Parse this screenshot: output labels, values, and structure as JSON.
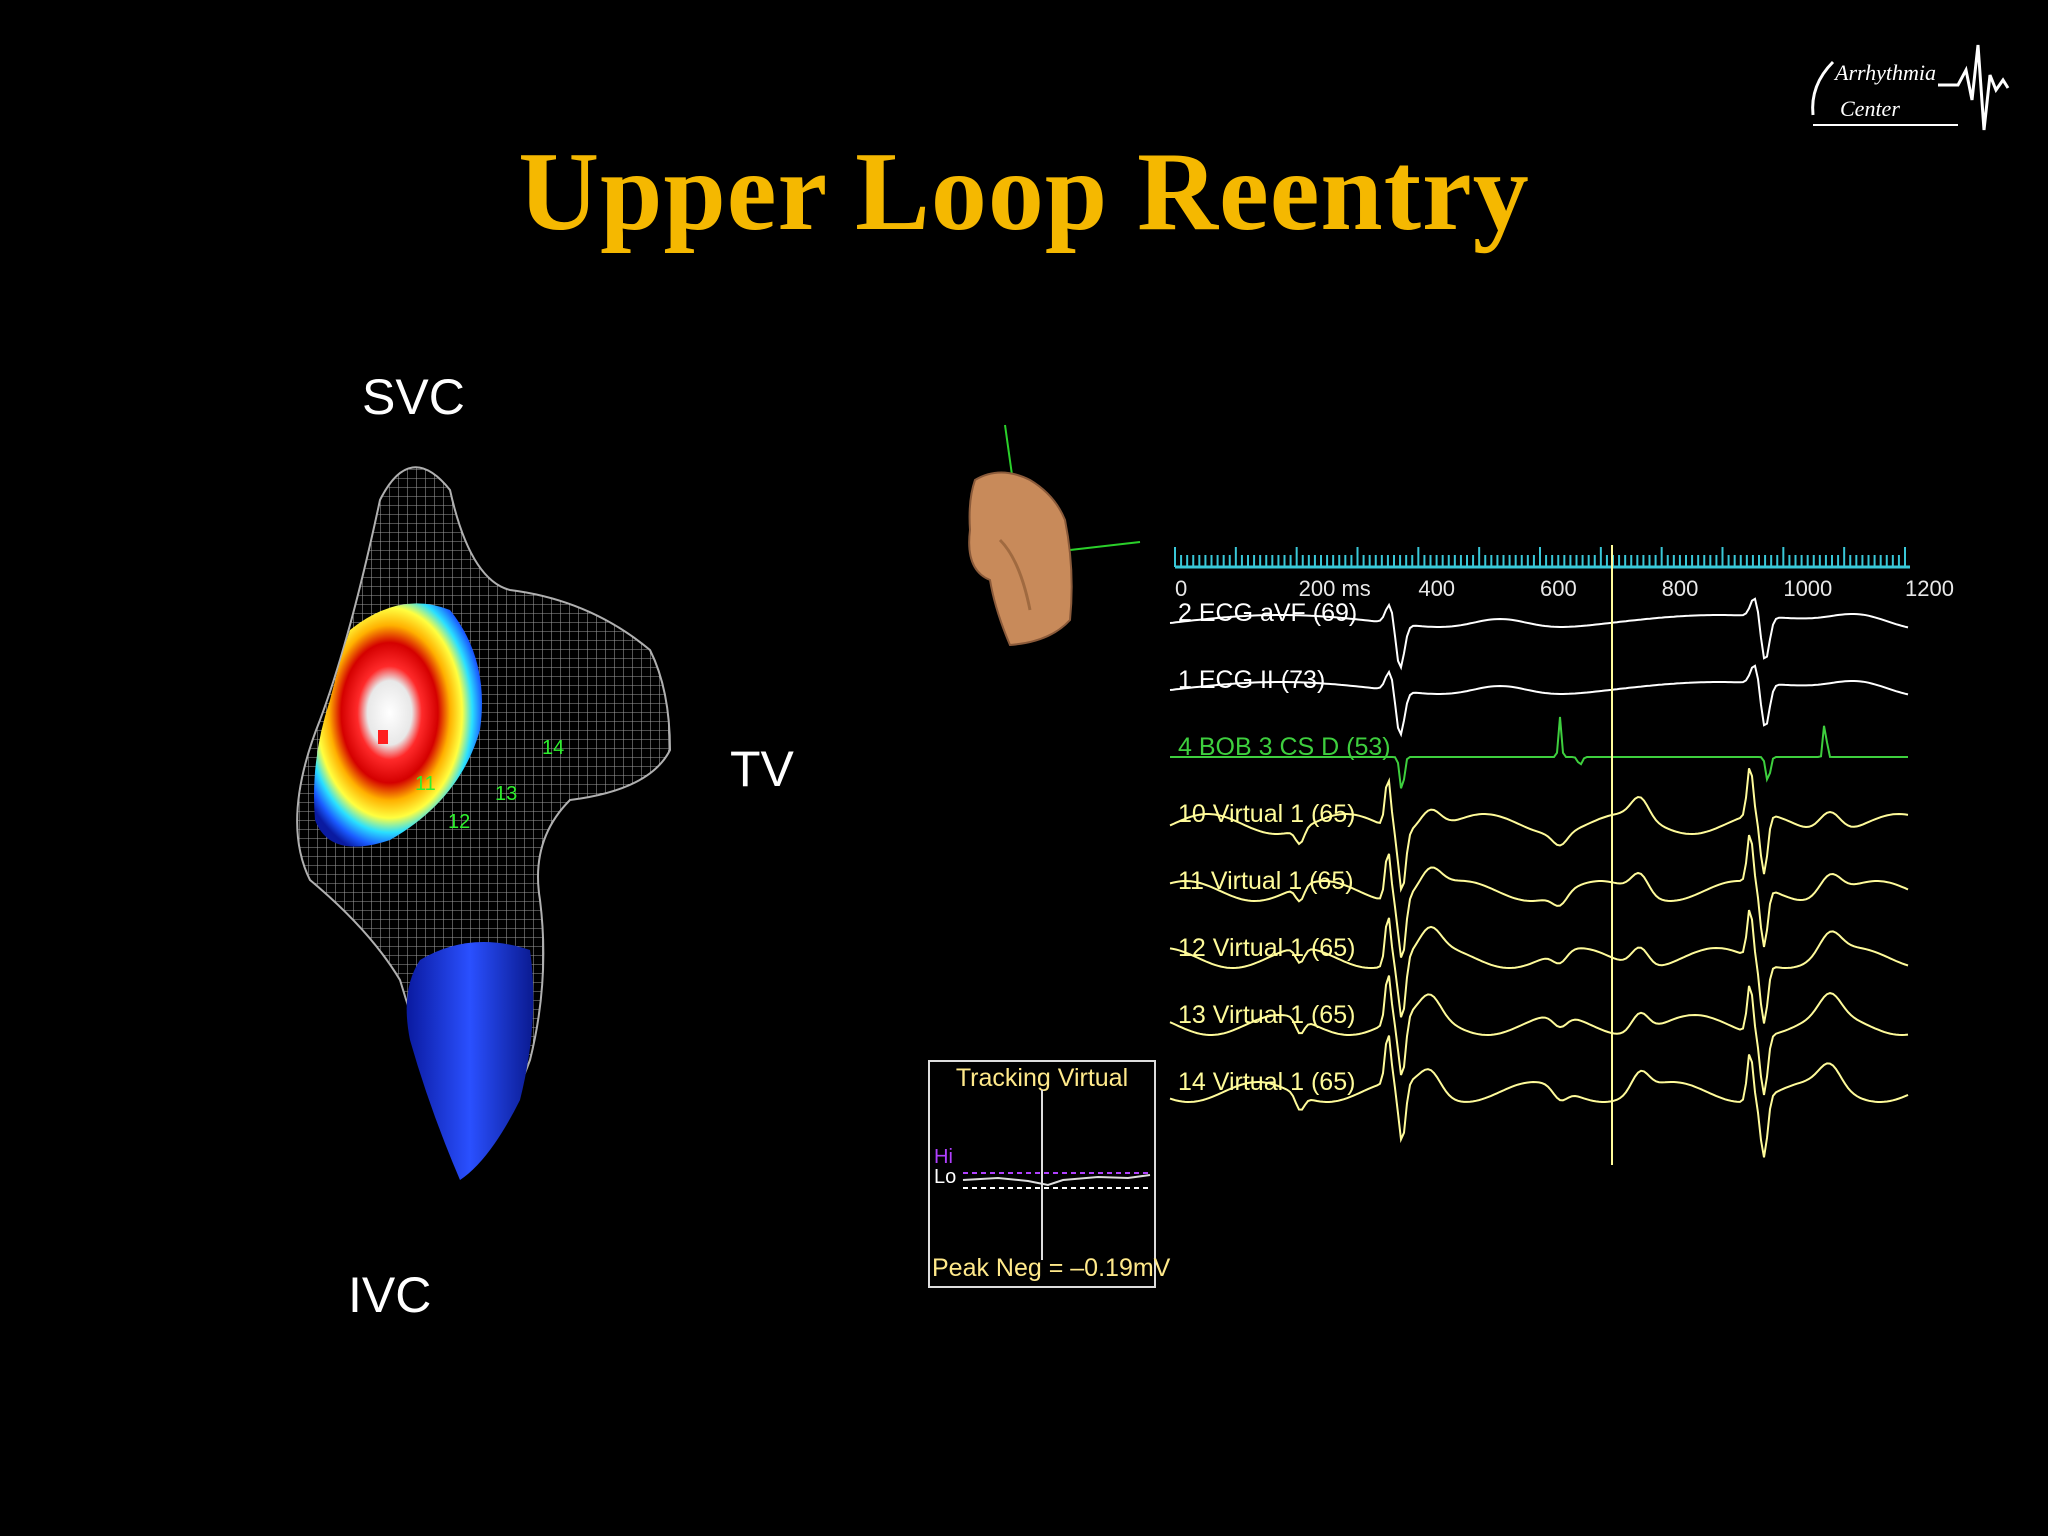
{
  "slide": {
    "title": "Upper Loop Reentry",
    "labels": {
      "svc": "SVC",
      "tv": "TV",
      "ivc": "IVC"
    },
    "map_points": [
      "11",
      "12",
      "13",
      "14"
    ]
  },
  "logo": {
    "line1": "Arrhythmia",
    "line2": "Center"
  },
  "ecg": {
    "ruler_ticks": [
      "0",
      "200 ms",
      "400",
      "600",
      "800",
      "1000",
      "1200"
    ],
    "channels": [
      {
        "label": "2  ECG aVF (69)",
        "color": "#ffffff"
      },
      {
        "label": "1  ECG II (73)",
        "color": "#ffffff"
      },
      {
        "label": "4  BOB 3 CS D (53)",
        "color": "#3ecf3e"
      },
      {
        "label": "10  Virtual 1 (65)",
        "color": "#fffb9a"
      },
      {
        "label": "11  Virtual 1 (65)",
        "color": "#fffb9a"
      },
      {
        "label": "12  Virtual 1 (65)",
        "color": "#fffb9a"
      },
      {
        "label": "13  Virtual 1 (65)",
        "color": "#fffb9a"
      },
      {
        "label": "14  Virtual 1 (65)",
        "color": "#fffb9a"
      }
    ]
  },
  "tracking": {
    "title": "Tracking Virtual",
    "hi": "Hi",
    "lo": "Lo",
    "peak": "Peak Neg = –0.19mV"
  },
  "colors": {
    "title": "#f5b800",
    "ruler": "#39c8d8",
    "cursor": "#fffb9a"
  }
}
